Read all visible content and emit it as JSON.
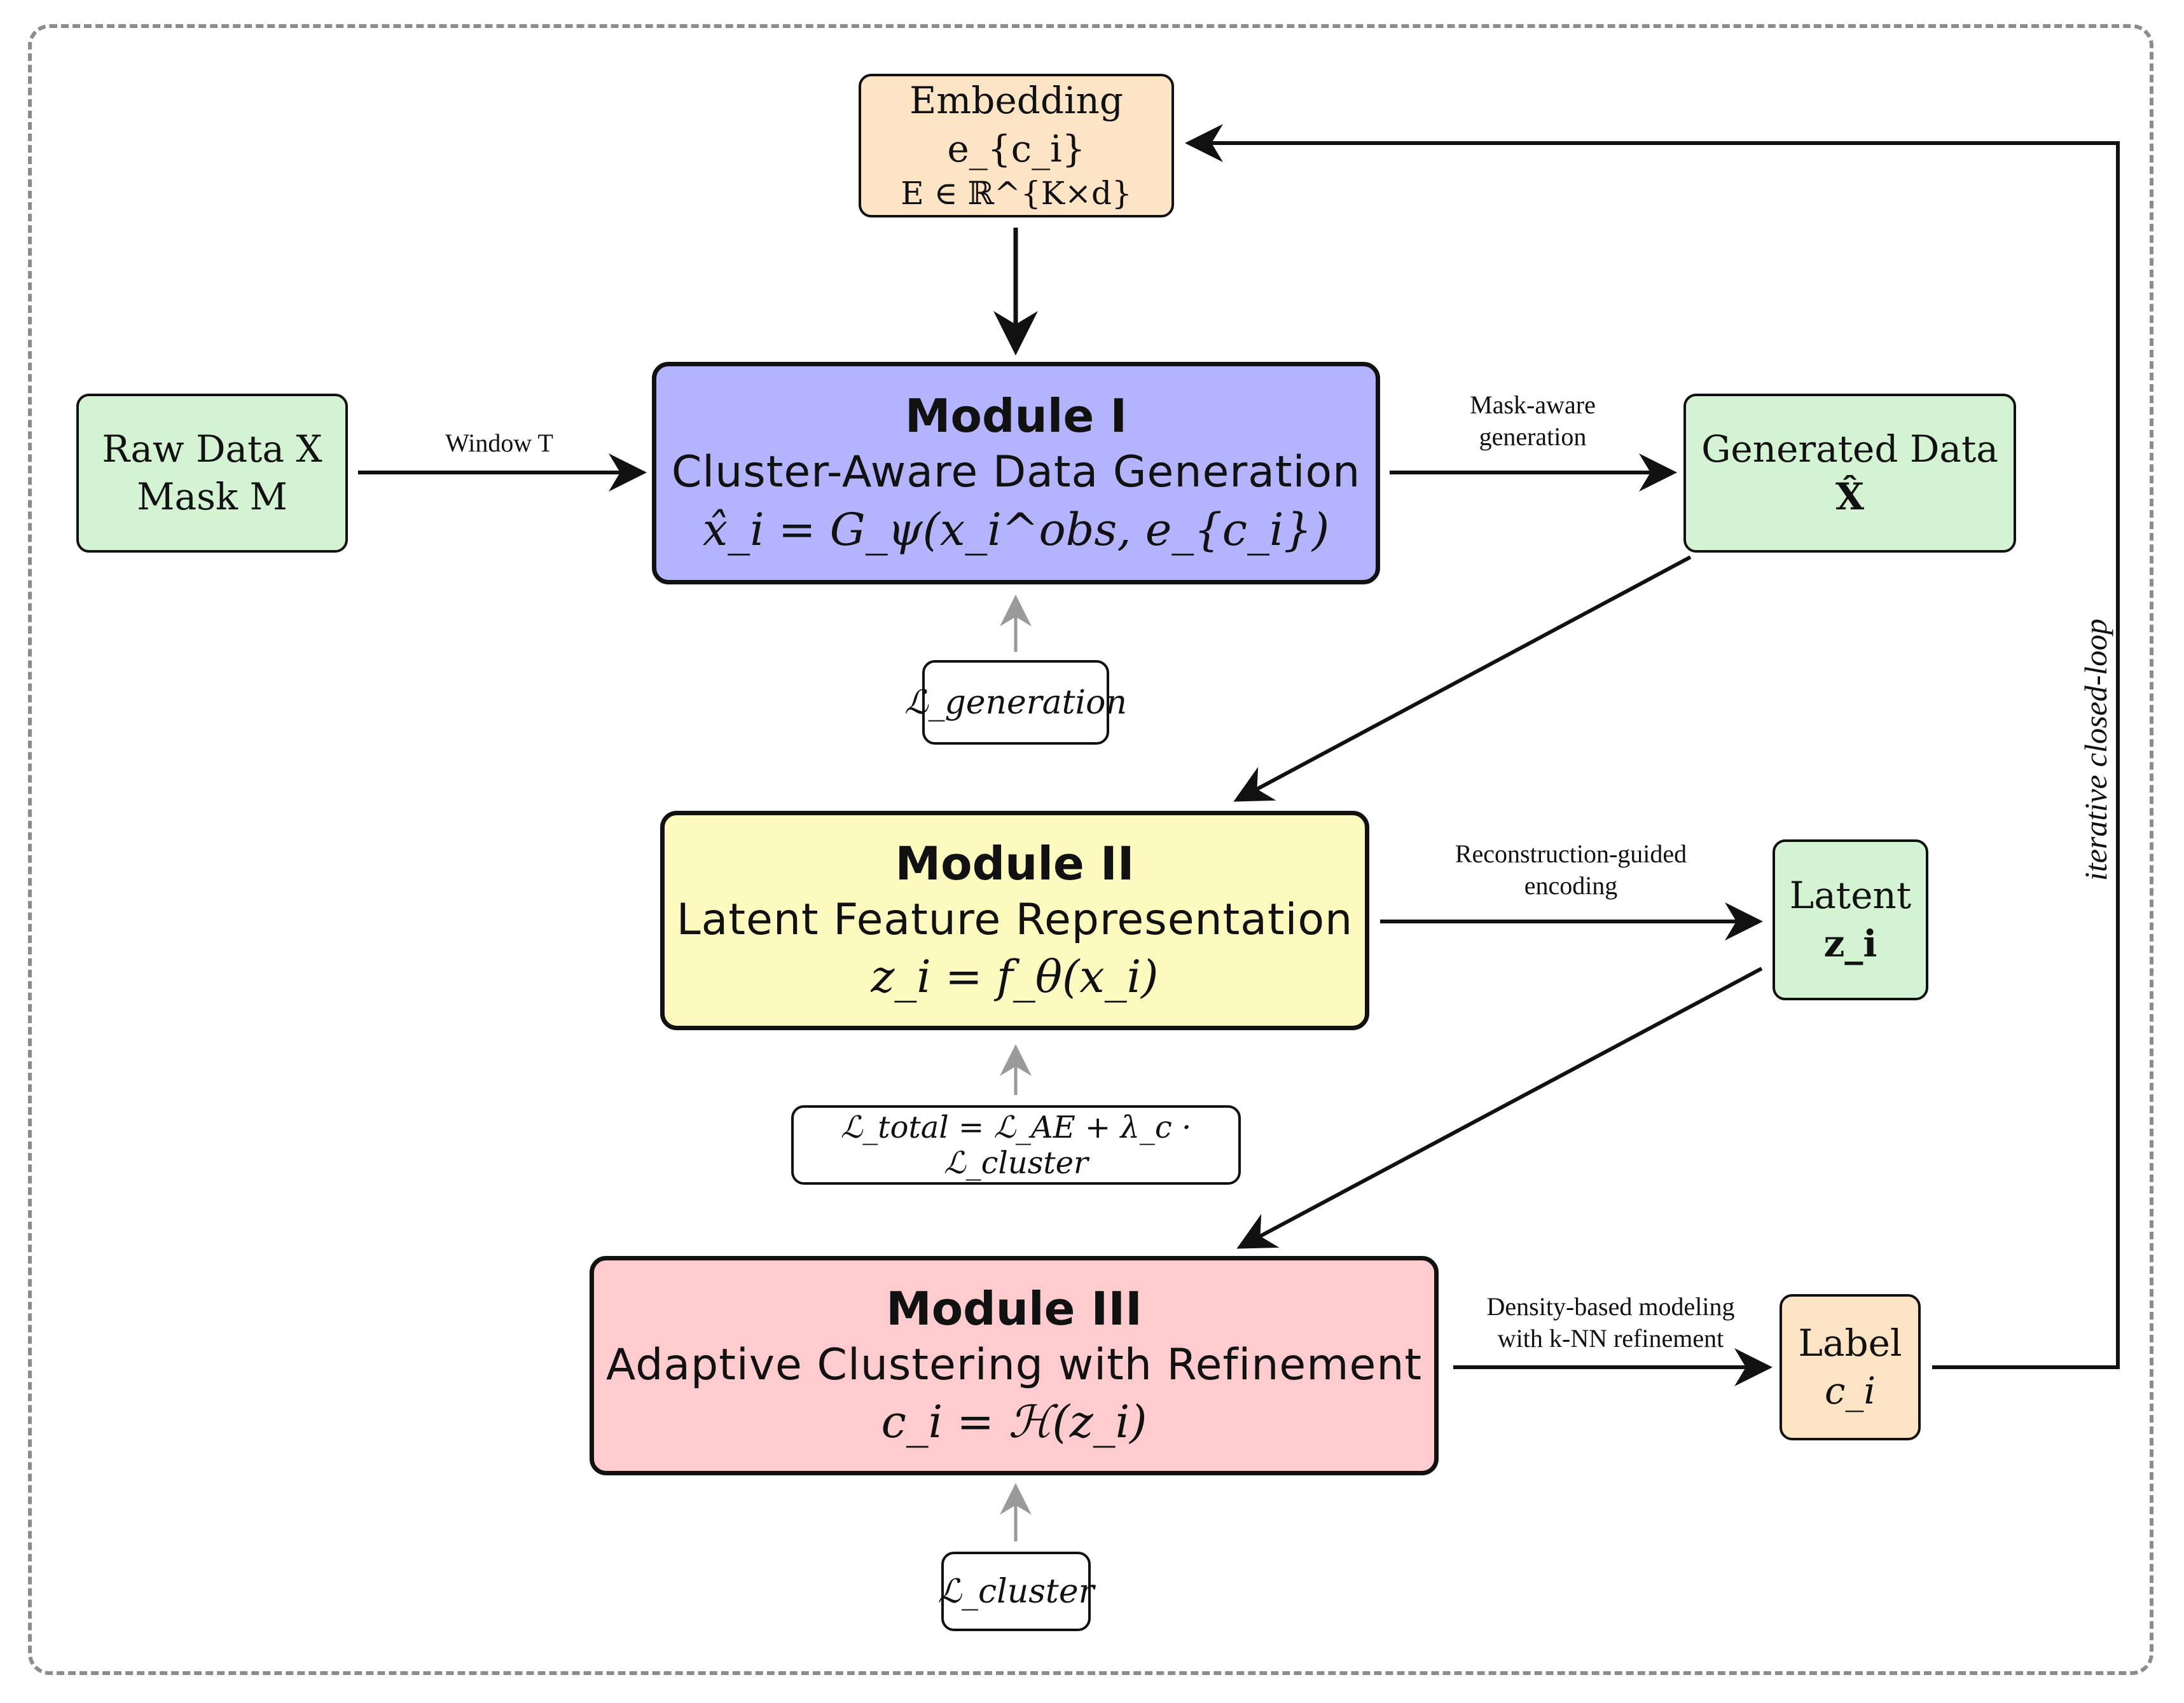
{
  "embedding": {
    "line1": "Embedding e_{c_i}",
    "line2": "E ∈ ℝ^{K×d}"
  },
  "raw_data": {
    "line1": "Raw Data  X",
    "line2": "Mask M"
  },
  "generated_data": {
    "line1": "Generated Data",
    "line2": "X̂"
  },
  "latent": {
    "line1": "Latent",
    "line2": "z_i"
  },
  "label_box": {
    "line1": "Label",
    "line2": "c_i"
  },
  "module1": {
    "title": "Module I",
    "subtitle": "Cluster-Aware Data Generation",
    "formula": "x̂_i = G_ψ(x_i^obs, e_{c_i})"
  },
  "module2": {
    "title": "Module II",
    "subtitle": "Latent Feature Representation",
    "formula": "z_i = f_θ(x_i)"
  },
  "module3": {
    "title": "Module III",
    "subtitle": "Adaptive Clustering with Refinement",
    "formula": "c_i = ℋ(z_i)"
  },
  "losses": {
    "generation": "ℒ_generation",
    "total": "ℒ_total = ℒ_AE + λ_c · ℒ_cluster",
    "cluster": "ℒ_cluster"
  },
  "edge_labels": {
    "window": "Window T",
    "mask_aware_1": "Mask-aware",
    "mask_aware_2": "generation",
    "recon_1": "Reconstruction-guided",
    "recon_2": "encoding",
    "density_1": "Density-based modeling",
    "density_2": "with k-NN refinement",
    "loop": "iterative closed-loop"
  },
  "colors": {
    "input_box": "#d3f3d3",
    "embedding_box": "#fde4c4",
    "module1": "#b3b3fe",
    "module2": "#fdfac0",
    "module3": "#fecbcf",
    "frame": "#8c8c8c",
    "loss_arrow": "#9a9a9a"
  }
}
